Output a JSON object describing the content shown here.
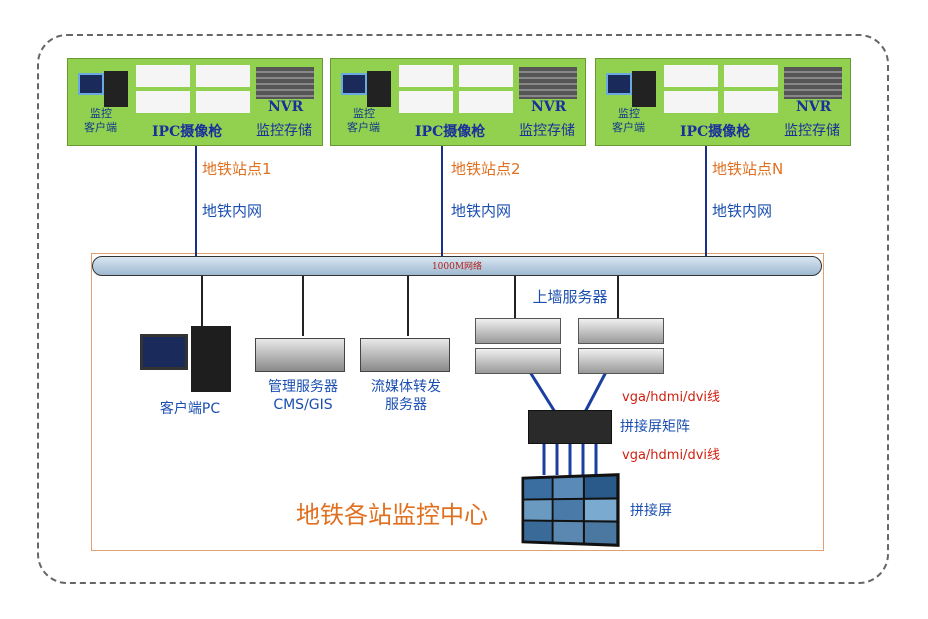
{
  "stations": [
    {
      "client_label_line1": "监控",
      "client_label_line2": "客户端",
      "ipc_label": "IPC摄像枪",
      "nvr_label": "NVR",
      "nvr_sub": "监控存储",
      "station_name": "地铁站点1",
      "network_label": "地铁内网"
    },
    {
      "client_label_line1": "监控",
      "client_label_line2": "客户端",
      "ipc_label": "IPC摄像枪",
      "nvr_label": "NVR",
      "nvr_sub": "监控存储",
      "station_name": "地铁站点2",
      "network_label": "地铁内网"
    },
    {
      "client_label_line1": "监控",
      "client_label_line2": "客户端",
      "ipc_label": "IPC摄像枪",
      "nvr_label": "NVR",
      "nvr_sub": "监控存储",
      "station_name": "地铁站点N",
      "network_label": "地铁内网"
    }
  ],
  "backbone_label": "1000M网络",
  "center": {
    "client_pc": "客户端PC",
    "mgmt_server_line1": "管理服务器",
    "mgmt_server_line2": "CMS/GIS",
    "stream_server_line1": "流媒体转发",
    "stream_server_line2": "服务器",
    "wall_servers": "上墙服务器",
    "cable1": "vga/hdmi/dvi线",
    "matrix": "拼接屏矩阵",
    "cable2": "vga/hdmi/dvi线",
    "video_wall": "拼接屏",
    "title": "地铁各站监控中心"
  },
  "colors": {
    "station_bg": "#92d050",
    "label_blue": "#1a4fb0",
    "label_orange": "#e07020",
    "cable_red": "#d02010"
  }
}
